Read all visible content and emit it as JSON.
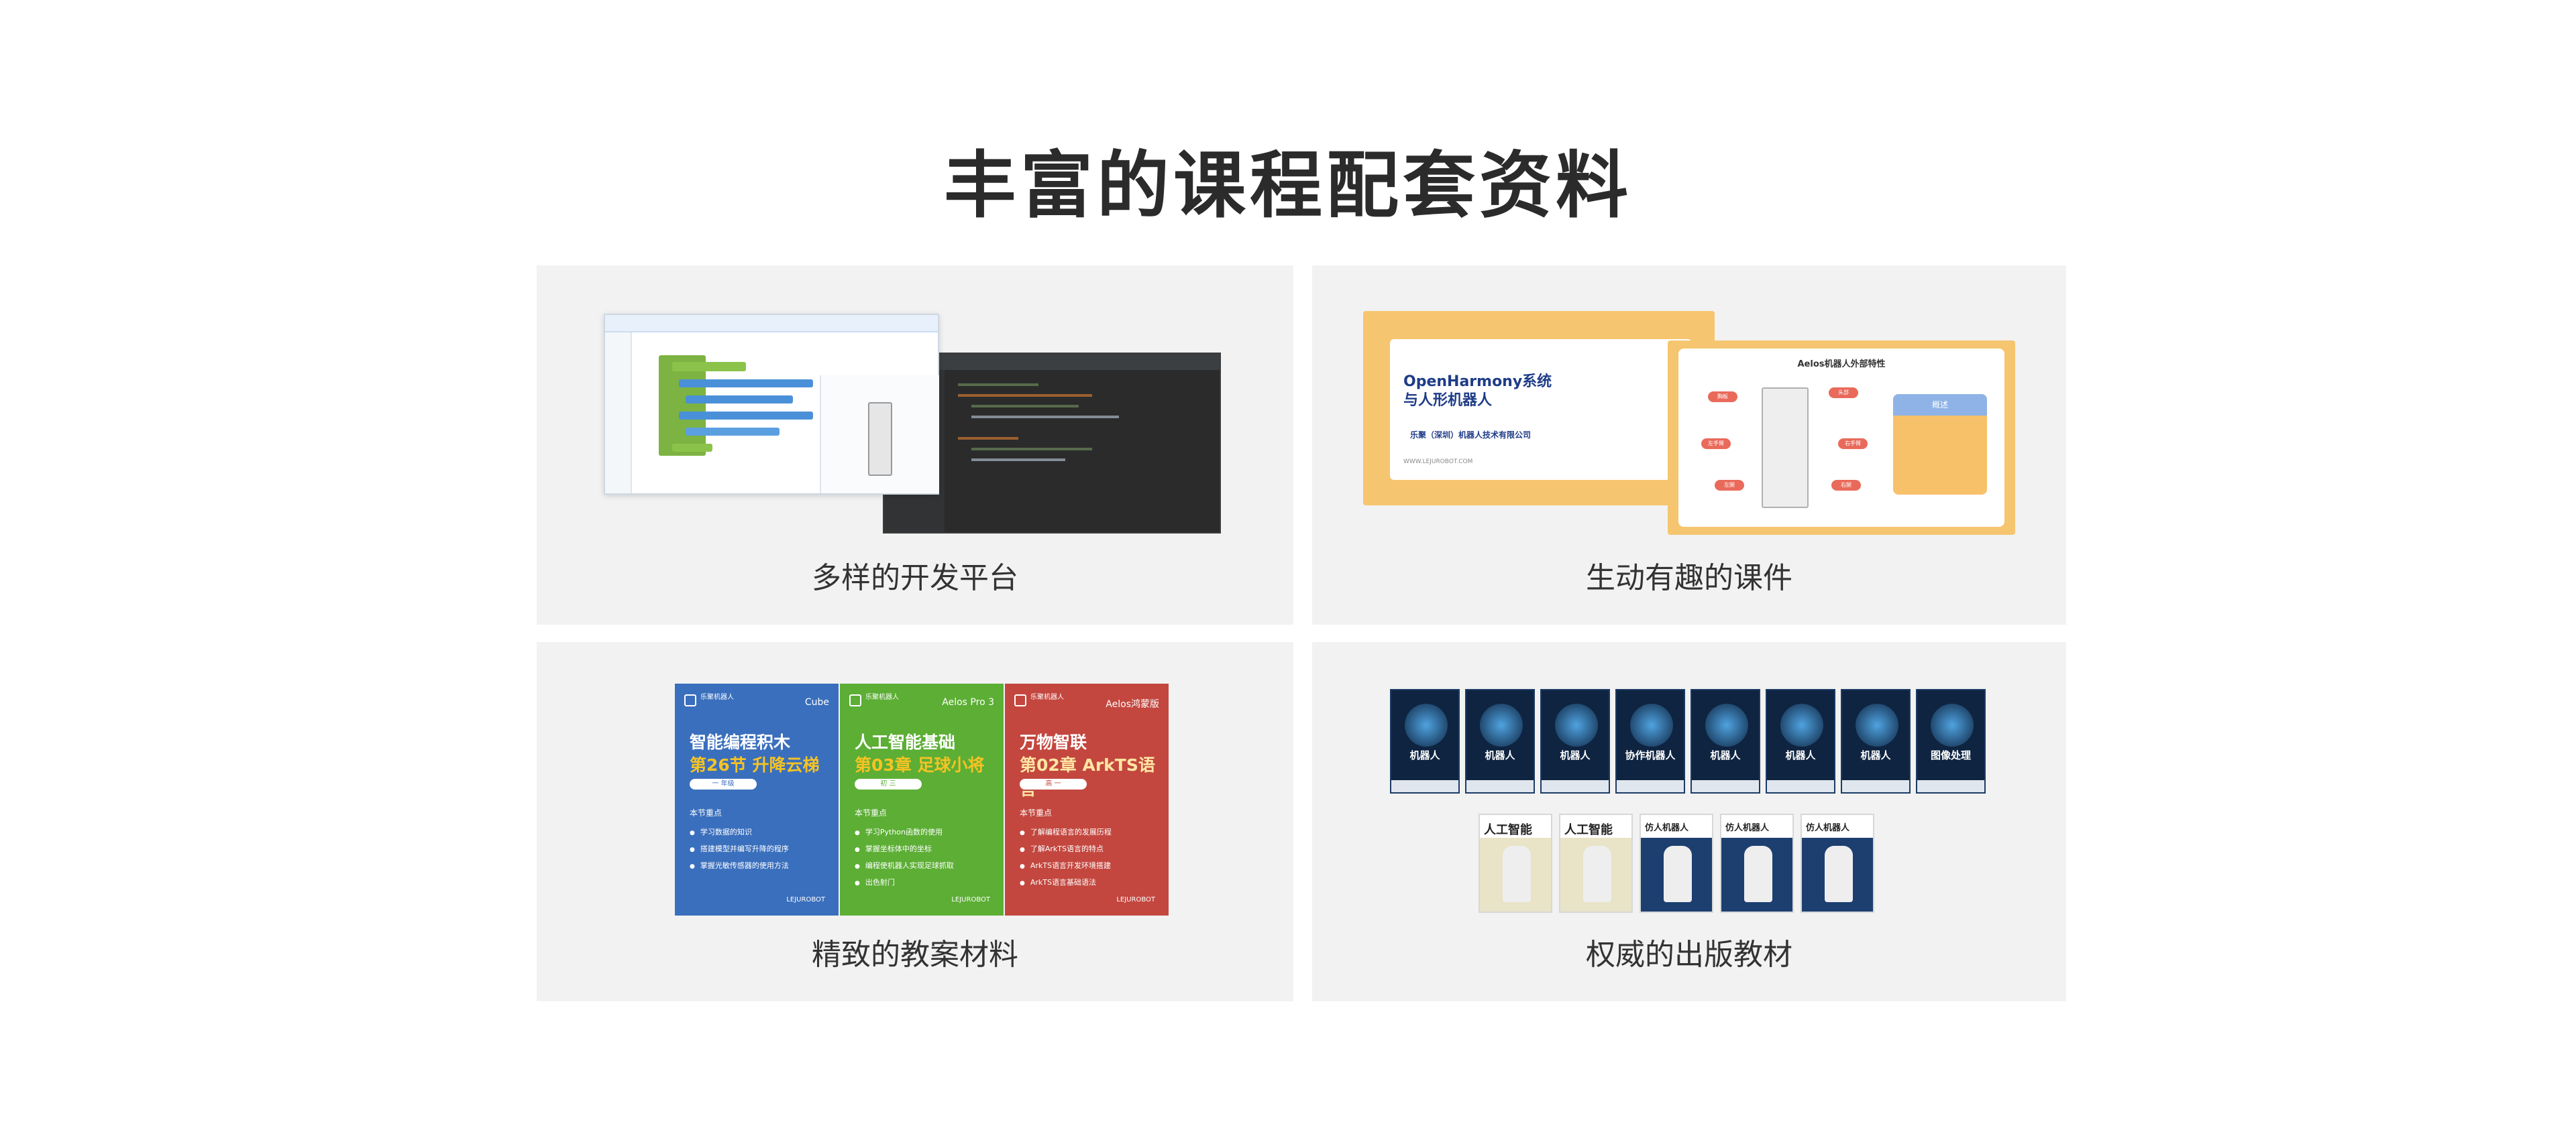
{
  "page": {
    "title": "丰富的课程配套资料"
  },
  "cards": [
    {
      "label": "多样的开发平台"
    },
    {
      "label": "生动有趣的课件"
    },
    {
      "label": "精致的教案材料"
    },
    {
      "label": "权威的出版教材"
    }
  ],
  "courseware": {
    "slide_a": {
      "title_line1": "OpenHarmony系统",
      "title_line2": "与人形机器人",
      "subtitle": "乐聚（深圳）机器人技术有限公司",
      "url": "WWW.LEJUROBOT.COM"
    },
    "slide_b": {
      "title": "Aelos机器人外部特性",
      "callouts": [
        "头部",
        "胸板",
        "左手臂",
        "右手臂",
        "左腿",
        "右腿"
      ],
      "box_header": "概述"
    }
  },
  "posters": [
    {
      "logo": "乐聚机器人",
      "tag": "Cube",
      "line1": "智能编程积木",
      "line2": "第26节 升降云梯",
      "pill": "一 年级",
      "points_title": "本节重点",
      "points": [
        "学习数据的知识",
        "搭建模型并编写升降的程序",
        "掌握光敏传感器的使用方法"
      ],
      "brand": "LEJUROBOT"
    },
    {
      "logo": "乐聚机器人",
      "tag": "Aelos Pro 3",
      "line1": "人工智能基础",
      "line2": "第03章 足球小将",
      "pill": "初 三",
      "points_title": "本节重点",
      "points": [
        "学习Python函数的使用",
        "掌握坐标体中的坐标",
        "编程使机器人实现足球抓取",
        "出色射门"
      ],
      "brand": "LEJUROBOT"
    },
    {
      "logo": "乐聚机器人",
      "tag": "Aelos鸿蒙版",
      "line1": "万物智联",
      "line2": "第02章 ArkTS语言",
      "pill": "高 一",
      "points_title": "本节重点",
      "points": [
        "了解编程语言的发展历程",
        "了解ArkTS语言的特点",
        "ArkTS语言开发环境搭建",
        "ArkTS语言基础语法"
      ],
      "brand": "LEJUROBOT"
    }
  ],
  "books_top": [
    "机器人",
    "机器人",
    "机器人",
    "协作机器人",
    "机器人",
    "机器人",
    "机器人",
    "图像处理"
  ],
  "books_bottom": [
    "人工智能",
    "人工智能",
    "仿人机器人",
    "仿人机器人",
    "仿人机器人"
  ]
}
